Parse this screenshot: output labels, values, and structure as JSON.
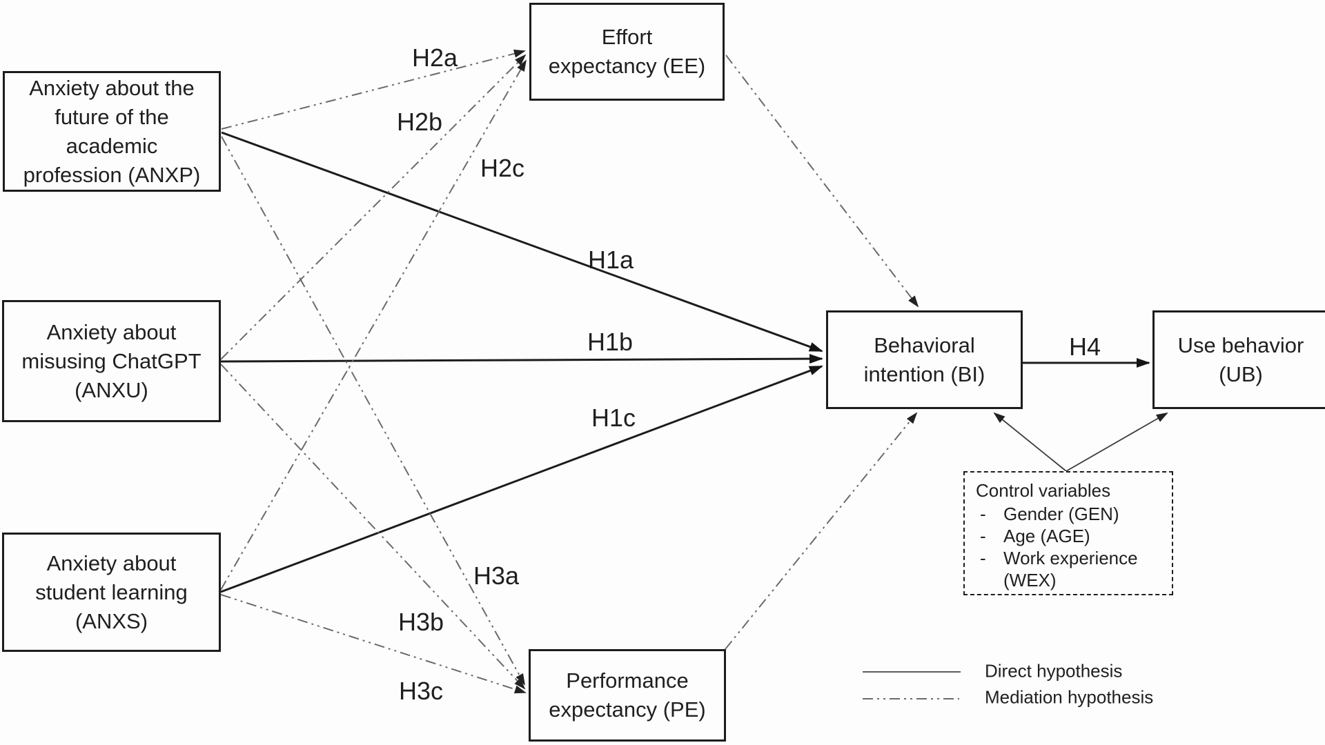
{
  "nodes": {
    "anxp": {
      "lines": [
        "Anxiety about the",
        "future of the",
        "academic",
        "profession (ANXP)"
      ]
    },
    "anxu": {
      "lines": [
        "Anxiety about",
        "misusing ChatGPT",
        "(ANXU)"
      ]
    },
    "anxs": {
      "lines": [
        "Anxiety about",
        "student learning",
        "(ANXS)"
      ]
    },
    "ee": {
      "lines": [
        "Effort",
        "expectancy (EE)"
      ]
    },
    "pe": {
      "lines": [
        "Performance",
        "expectancy (PE)"
      ]
    },
    "bi": {
      "lines": [
        "Behavioral",
        "intention (BI)"
      ]
    },
    "ub": {
      "lines": [
        "Use behavior",
        "(UB)"
      ]
    }
  },
  "hypotheses": {
    "h1a": "H1a",
    "h1b": "H1b",
    "h1c": "H1c",
    "h2a": "H2a",
    "h2b": "H2b",
    "h2c": "H2c",
    "h3a": "H3a",
    "h3b": "H3b",
    "h3c": "H3c",
    "h4": "H4"
  },
  "control_box": {
    "title": "Control variables",
    "items": [
      {
        "bullet": "-",
        "label": "Gender (GEN)"
      },
      {
        "bullet": "-",
        "label": "Age (AGE)"
      },
      {
        "bullet": "-",
        "label": "Work experience (WEX)"
      }
    ]
  },
  "legend": {
    "direct_label": "Direct hypothesis",
    "mediation_label": "Mediation hypothesis"
  },
  "colors": {
    "background": "#fdfdfd",
    "box_border": "#1c1c1c",
    "text": "#1f1f1f",
    "direct_line": "#1c1c1c",
    "mediation_line": "#6a6a6a",
    "control_line": "#3a3a3a"
  }
}
